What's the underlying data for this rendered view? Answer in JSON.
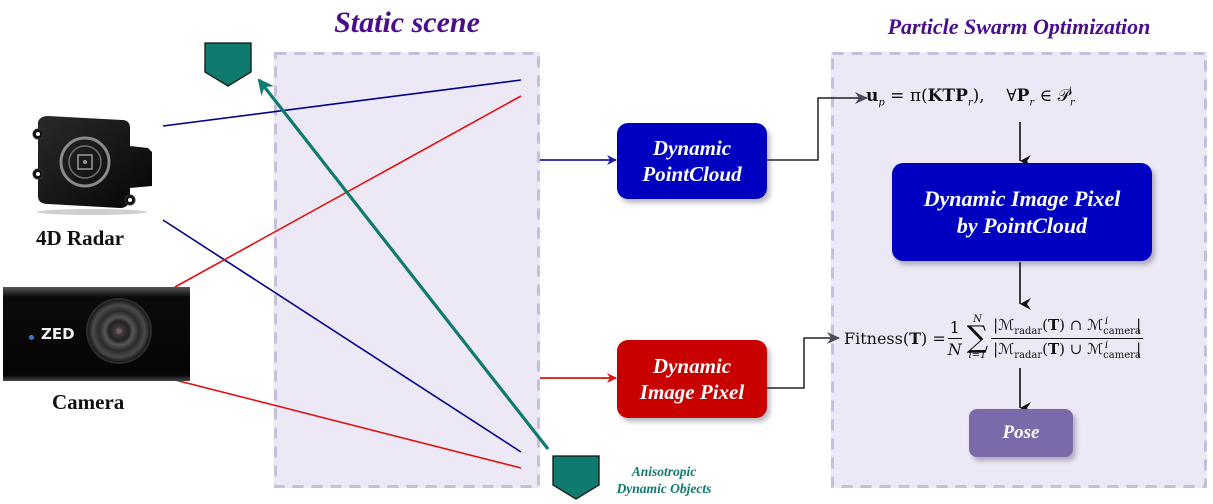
{
  "static_scene": {
    "title": "Static scene"
  },
  "pso": {
    "title": "Particle Swarm Optimization",
    "projection_formula": {
      "lhs": "u",
      "lhs_sub": "p",
      "eq": " = π(",
      "bold_term": "KTP",
      "bold_term_sub": "r",
      "close": "),",
      "forall": "∀",
      "P": "P",
      "P_sub": "r",
      "in": " ∈ ",
      "set": "𝒫",
      "set_sub": "r",
      "set_sup": "i"
    },
    "fitness_formula": {
      "lhs": "Fitness(",
      "T": "T",
      "lhs_close": ") = ",
      "frac_num": "1",
      "frac_den": "N",
      "sum_upper": "N",
      "sum_lower": "i=1",
      "sigma": "∑",
      "num_text": "|ℳ",
      "radar_sub": "radar",
      "num_mid": "(",
      "num_T": "T",
      "num_close": ") ∩ ℳ",
      "den_close": ") ∪ ℳ",
      "camera_sub": "camera",
      "camera_sup": "i",
      "bar": "|"
    },
    "box_pixel_by_pointcloud": "Dynamic Image Pixel\nby PointCloud",
    "box_pose": "Pose"
  },
  "sensors": {
    "radar_label": "4D Radar",
    "camera_label": "Camera",
    "camera_brand": "ZED"
  },
  "nodes": {
    "dynamic_pointcloud": "Dynamic\nPointCloud",
    "dynamic_image_pixel": "Dynamic\nImage Pixel"
  },
  "annotation": {
    "line1": "Anisotropic",
    "line2": "Dynamic Objects"
  },
  "colors": {
    "radar_ray": "#00008b",
    "camera_ray": "#e01010",
    "motion_arrow": "#0f7a6e",
    "node_blue": "#0000c0",
    "node_red": "#c80000",
    "node_pose": "#7a6aaa",
    "panel_fill": "#ece8f5",
    "panel_border": "#c5bfdc",
    "title": "#4b0d8c"
  }
}
